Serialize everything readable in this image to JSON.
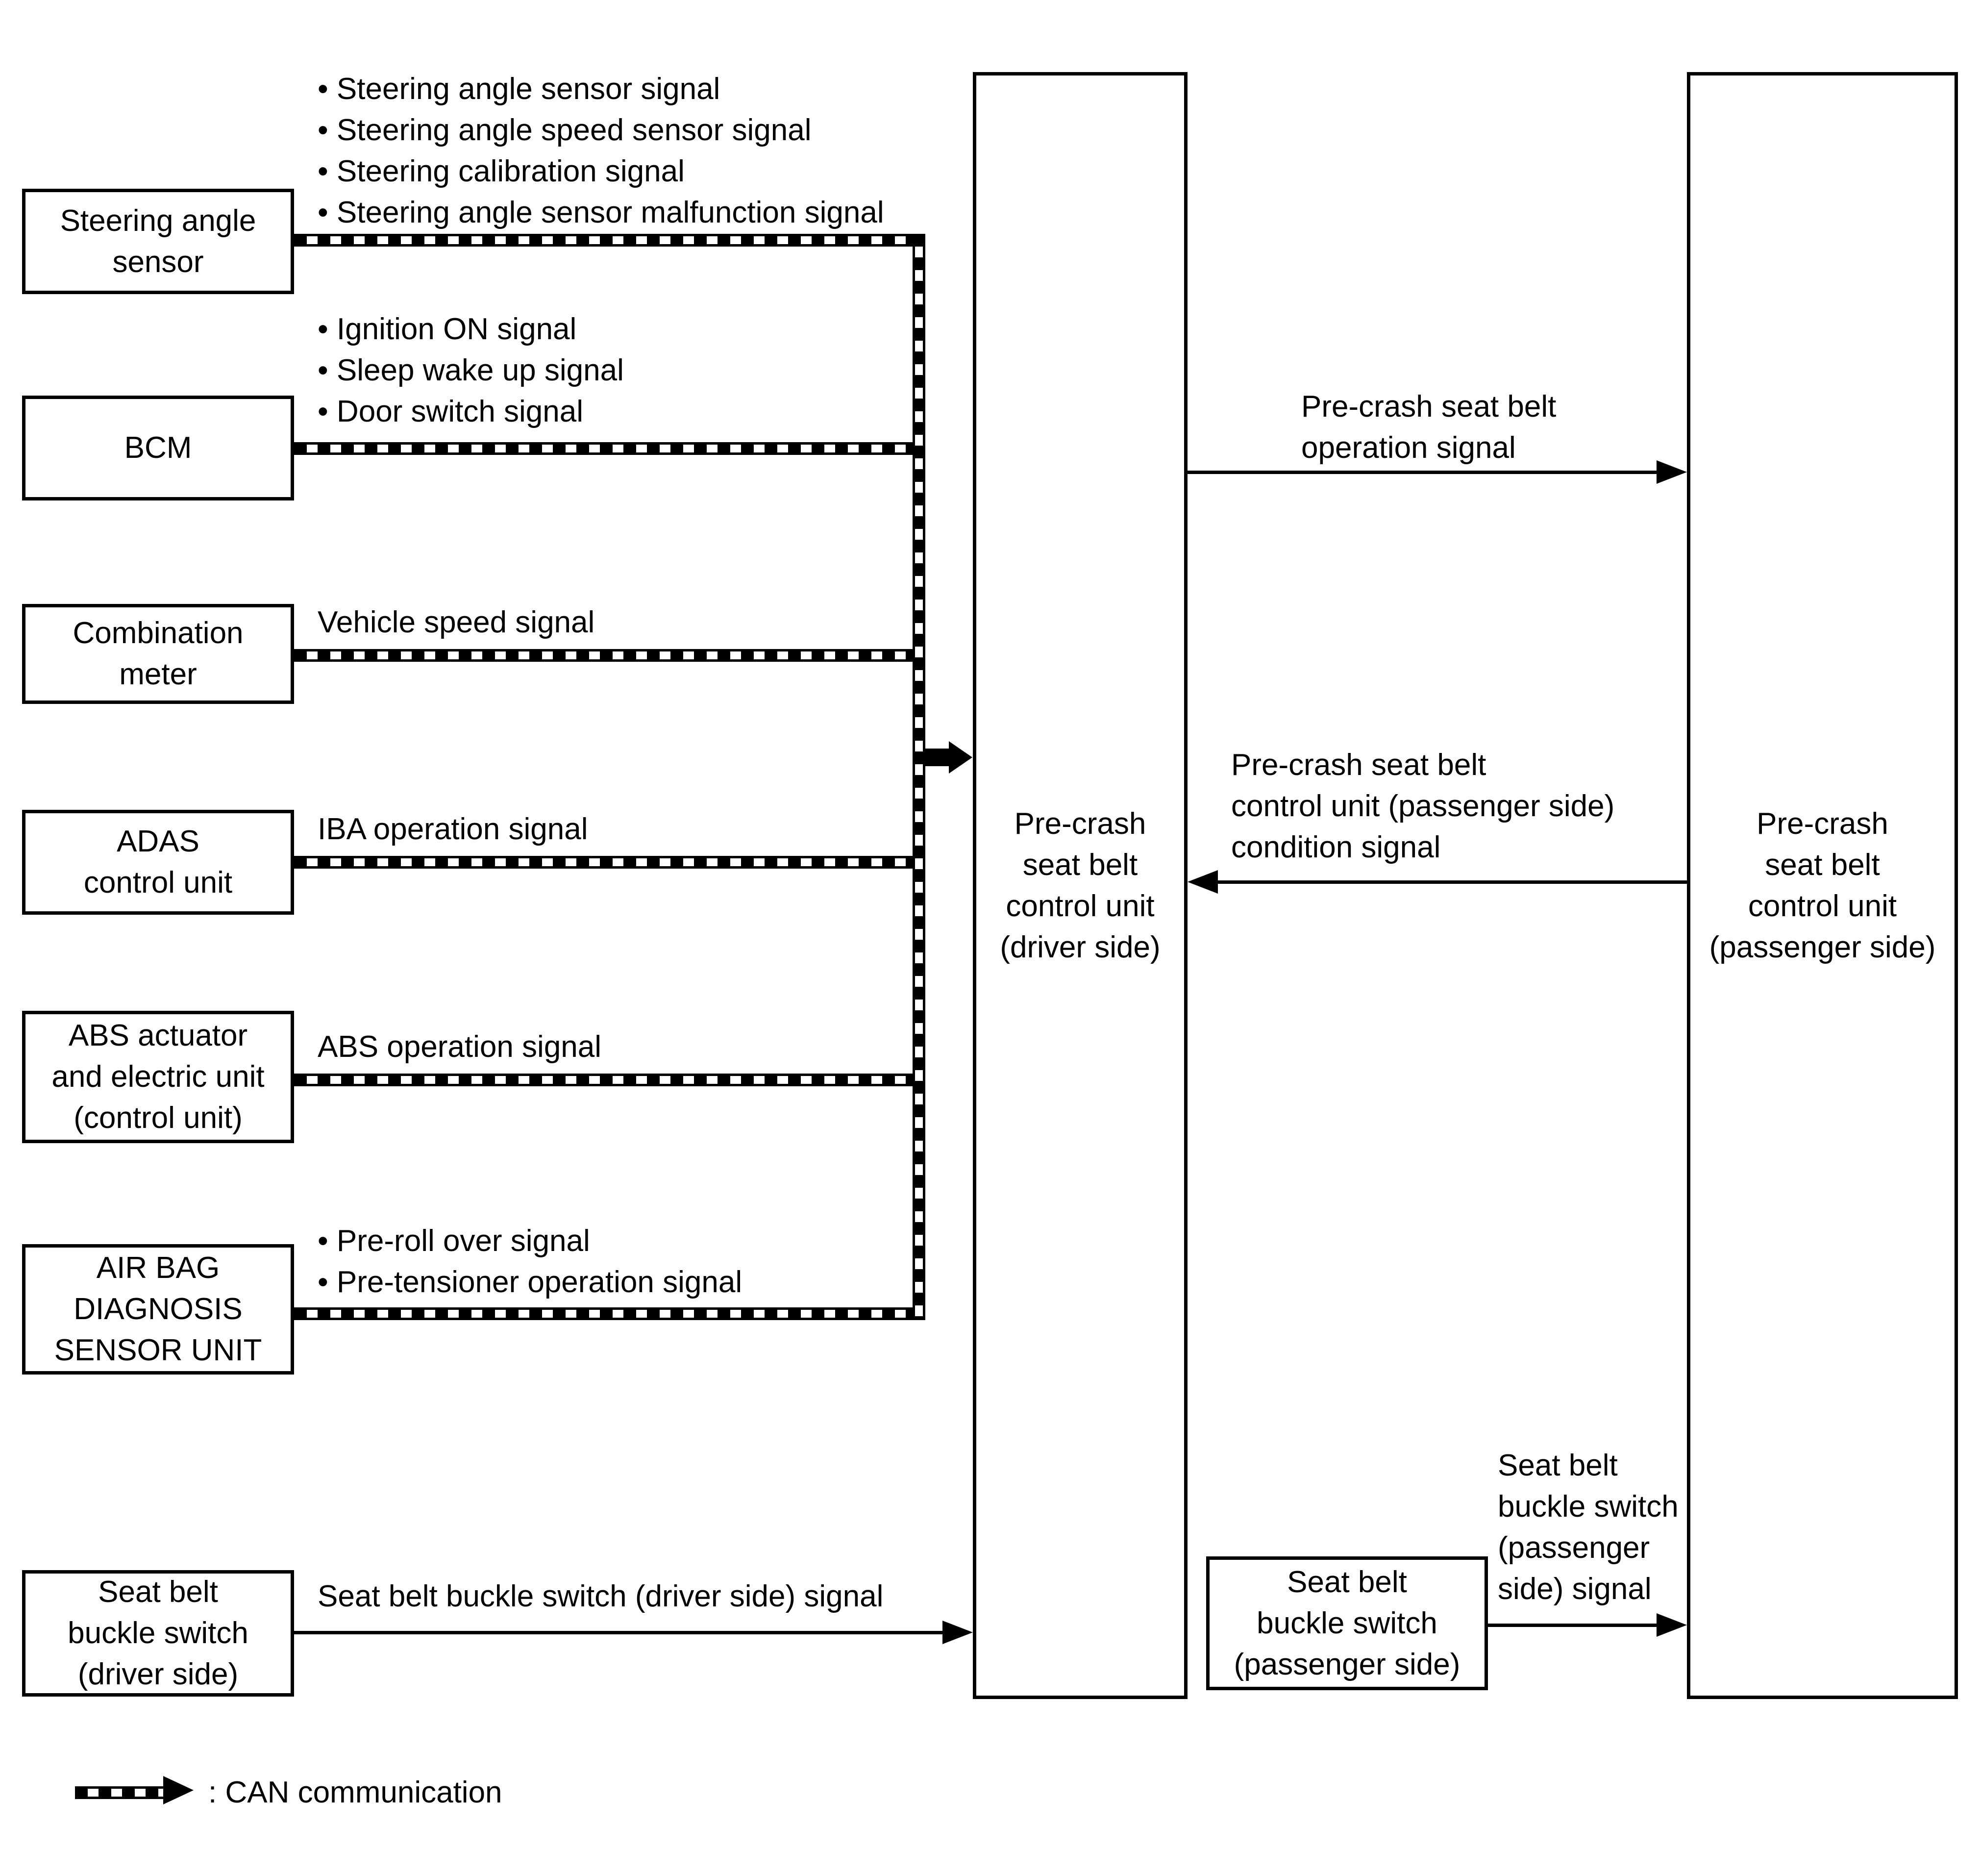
{
  "nodes": {
    "steering": {
      "label": "Steering angle\nsensor",
      "signals": [
        "Steering angle sensor signal",
        "Steering angle speed sensor signal",
        "Steering calibration signal",
        "Steering angle sensor malfunction signal"
      ]
    },
    "bcm": {
      "label": "BCM",
      "signals": [
        "Ignition ON signal",
        "Sleep wake up signal",
        "Door switch signal"
      ]
    },
    "combination_meter": {
      "label": "Combination\nmeter",
      "signals": [
        "Vehicle speed signal"
      ]
    },
    "adas": {
      "label": "ADAS\ncontrol unit",
      "signals": [
        "IBA operation signal"
      ]
    },
    "abs": {
      "label": "ABS actuator\nand electric unit\n(control unit)",
      "signals": [
        "ABS operation signal"
      ]
    },
    "airbag": {
      "label": "AIR BAG\nDIAGNOSIS\nSENSOR UNIT",
      "signals": [
        "Pre-roll over signal",
        "Pre-tensioner operation signal"
      ]
    },
    "buckle_driver": {
      "label": "Seat belt\nbuckle switch\n(driver side)",
      "signals": [
        "Seat belt buckle switch (driver side) signal"
      ]
    },
    "buckle_passenger": {
      "label": "Seat belt\nbuckle switch\n(passenger side)",
      "signal_label": "Seat belt\nbuckle switch\n(passenger\nside) signal"
    },
    "driver_unit": {
      "label": "Pre-crash\nseat belt\ncontrol unit\n(driver side)"
    },
    "passenger_unit": {
      "label": "Pre-crash\nseat belt\ncontrol unit\n(passenger side)"
    }
  },
  "links": {
    "operation": {
      "label": "Pre-crash seat belt\noperation signal"
    },
    "condition": {
      "label": "Pre-crash seat belt\ncontrol unit (passenger side)\ncondition signal"
    }
  },
  "legend": {
    "label": ": CAN communication"
  },
  "colors": {
    "ink": "#000000",
    "background": "#ffffff"
  }
}
